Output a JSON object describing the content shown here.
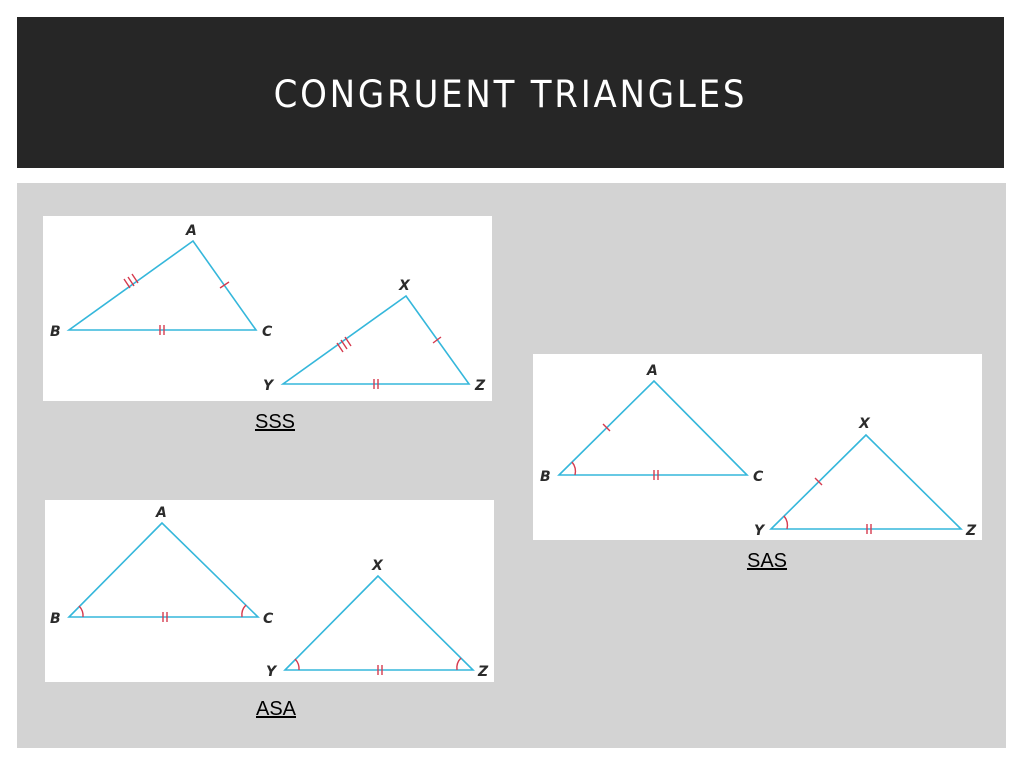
{
  "title": "CONGRUENT TRIANGLES",
  "captions": {
    "sss": "SSS",
    "sas": "SAS",
    "asa": "ASA"
  },
  "vertices": {
    "a": "A",
    "b": "B",
    "c": "C",
    "x": "X",
    "y": "Y",
    "z": "Z"
  },
  "colors": {
    "title_bar": "#262626",
    "content_bg": "#d3d3d3",
    "edge": "#35b7db",
    "congruence_mark": "#d63a4e"
  }
}
